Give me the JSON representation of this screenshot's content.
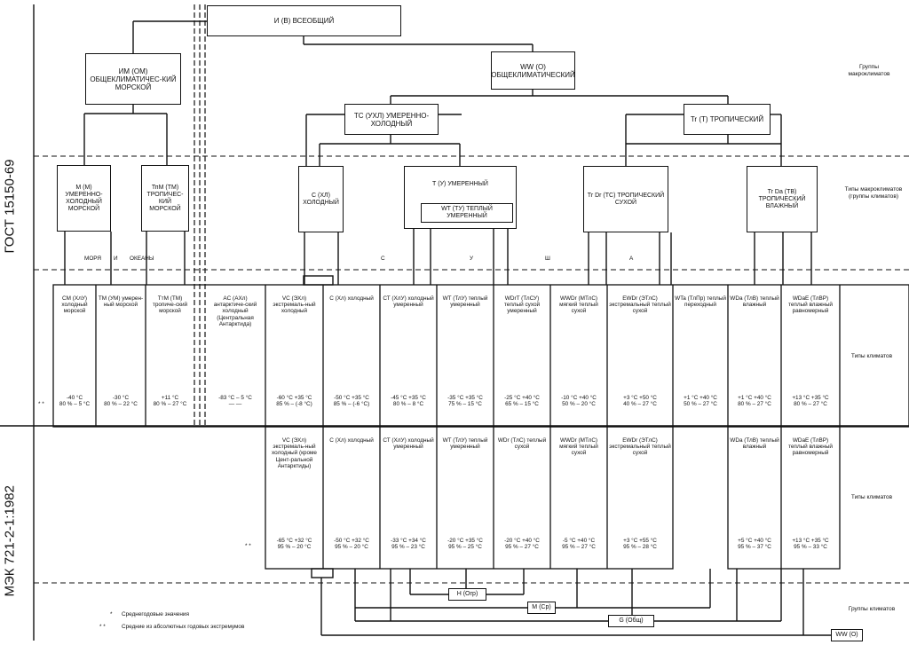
{
  "side": {
    "gost": "ГОСТ 15150-69",
    "iec": "МЭК 721-2-1:1982"
  },
  "right_labels": {
    "macro_groups": "Группы макроклиматов",
    "macro_types": "Типы макроклиматов (группы климатов)",
    "types_gost": "Типы климатов",
    "types_iec": "Типы климатов",
    "groups_iec": "Группы климатов"
  },
  "top": {
    "universal": "И (В) ВСЕОБЩИЙ",
    "oceanic": "ИМ (ОМ) ОБЩЕКЛИМАТИЧЕС-КИЙ МОРСКОЙ",
    "general_climate": "WW (О) ОБЩЕКЛИМАТИЧЕСКИЙ",
    "temperate_cold": "ТС (УХЛ) УМЕРЕННО-ХОЛОДНЫЙ",
    "tropical": "Tr (Т) ТРОПИЧЕСКИЙ"
  },
  "macro_types": {
    "m": "М (М) УМЕРЕННО-ХОЛОДНЫЙ МОРСКОЙ",
    "tm": "ТпМ (ТМ) ТРОПИЧЕС-КИЙ МОРСКОЙ",
    "c": "С (ХЛ) ХОЛОДНЫЙ",
    "t": "Т (У) УМЕРЕННЫЙ",
    "wt": "WT (ТУ) ТЕПЛЫЙ УМЕРЕННЫЙ",
    "trdr": "Tr Dr (ТС) ТРОПИЧЕСКИЙ СУХОЙ",
    "trda": "Tr Da (ТВ) ТРОПИЧЕСКИЙ ВЛАЖНЫЙ"
  },
  "band_labels": {
    "seas": "МОРЯ",
    "and": "И",
    "oceans": "ОКЕАНЫ",
    "s": "С",
    "u": "У",
    "sh": "Ш",
    "a": "А"
  },
  "gost_types": [
    {
      "name": "CM (ХлУ) холодный морской",
      "v1": "-40 °С",
      "v2": "80 % – 5 °С"
    },
    {
      "name": "ТМ (УМ) умерен-ный морской",
      "v1": "-30 °С",
      "v2": "80 % – 22 °С"
    },
    {
      "name": "ТтМ (ТМ) тропиче-ский морской",
      "v1": "+11 °С",
      "v2": "80 % – 27 °С"
    },
    {
      "name": "AC (АХл) антарктиче-ский холодный (Центральная Антарктида)",
      "v1": "-83 °С – 5 °С",
      "v2": "—    —"
    },
    {
      "name": "VC (ЭХл) экстремаль-ный холодный",
      "v1": "-60 °С +35 °С",
      "v2": "85 % – (-8 °С)"
    },
    {
      "name": "С (Хл) холодный",
      "v1": "-50 °С +35 °С",
      "v2": "85 % – (-6 °С)"
    },
    {
      "name": "СТ (ХлУ) холодный умеренный",
      "v1": "-45 °С +35 °С",
      "v2": "80 % – 8 °С"
    },
    {
      "name": "WT (ТлУ) теплый умеренный",
      "v1": "-35 °С +35 °С",
      "v2": "75 % – 15 °С"
    },
    {
      "name": "WDrT (ТлСУ) теплый сухой умеренный",
      "v1": "-25 °С +40 °С",
      "v2": "65 % – 15 °С"
    },
    {
      "name": "WWDr (МТлС) мягкий теплый сухой",
      "v1": "-10 °С +40 °С",
      "v2": "50 % – 20 °С"
    },
    {
      "name": "EWDr (ЭТлС) экстремальный теплый сухой",
      "v1": "+3 °С +50 °С",
      "v2": "40 % – 27 °С"
    },
    {
      "name": "WTa (ТлПр) теплый переходный",
      "v1": "+1 °С +40 °С",
      "v2": "50 % – 27 °С"
    },
    {
      "name": "WDa (ТлВ) теплый влажный",
      "v1": "+1 °С +40 °С",
      "v2": "80 % – 27 °С"
    },
    {
      "name": "WDaE (ТлВР) теплый влажный равномерный",
      "v1": "+13 °С +35 °С",
      "v2": "80 % – 27 °С"
    }
  ],
  "iec_types": [
    {
      "name": "VC (ЭХл) экстремаль-ный холодный (кроме Цент-ральной Антарктиды)",
      "v1": "-65 °С +32 °С",
      "v2": "95 % – 20 °С"
    },
    {
      "name": "С (Хл) холодный",
      "v1": "-50 °С +32 °С",
      "v2": "95 % – 20 °С"
    },
    {
      "name": "СТ (ХлУ) холодный умеренный",
      "v1": "-33 °С +34 °С",
      "v2": "95 % – 23 °С"
    },
    {
      "name": "WT (ТлУ) теплый умеренный",
      "v1": "-20 °С +35 °С",
      "v2": "95 % – 25 °С"
    },
    {
      "name": "WDr (ТлС) теплый сухой",
      "v1": "-20 °С +40 °С",
      "v2": "95 % – 27 °С"
    },
    {
      "name": "WWDr (МТлС) мягкий теплый сухой",
      "v1": "-5 °С +40 °С",
      "v2": "95 % – 27 °С"
    },
    {
      "name": "EWDr (ЭТлС) экстремальный теплый сухой",
      "v1": "+3 °С +55 °С",
      "v2": "95 % – 28 °С"
    },
    {
      "name": "WDa (ТлВ) теплый влажный",
      "v1": "+5 °С +40 °С",
      "v2": "95 % – 37 °С"
    },
    {
      "name": "WDaE (ТлВР) теплый влажный равномерный",
      "v1": "+13 °С +35 °С",
      "v2": "95 % – 33 °С"
    }
  ],
  "iec_groups": {
    "h": "Н (Огр)",
    "m": "М (Ср)",
    "g": "G (Общ)",
    "ww": "WW (О)"
  },
  "stars": {
    "gost": "* *",
    "iec": "* *"
  },
  "legend": {
    "one_star_mark": "*",
    "one_star": "Среднегодовые значения",
    "two_star_mark": "* *",
    "two_star": "Средние из абсолютных годовых экстремумов"
  }
}
